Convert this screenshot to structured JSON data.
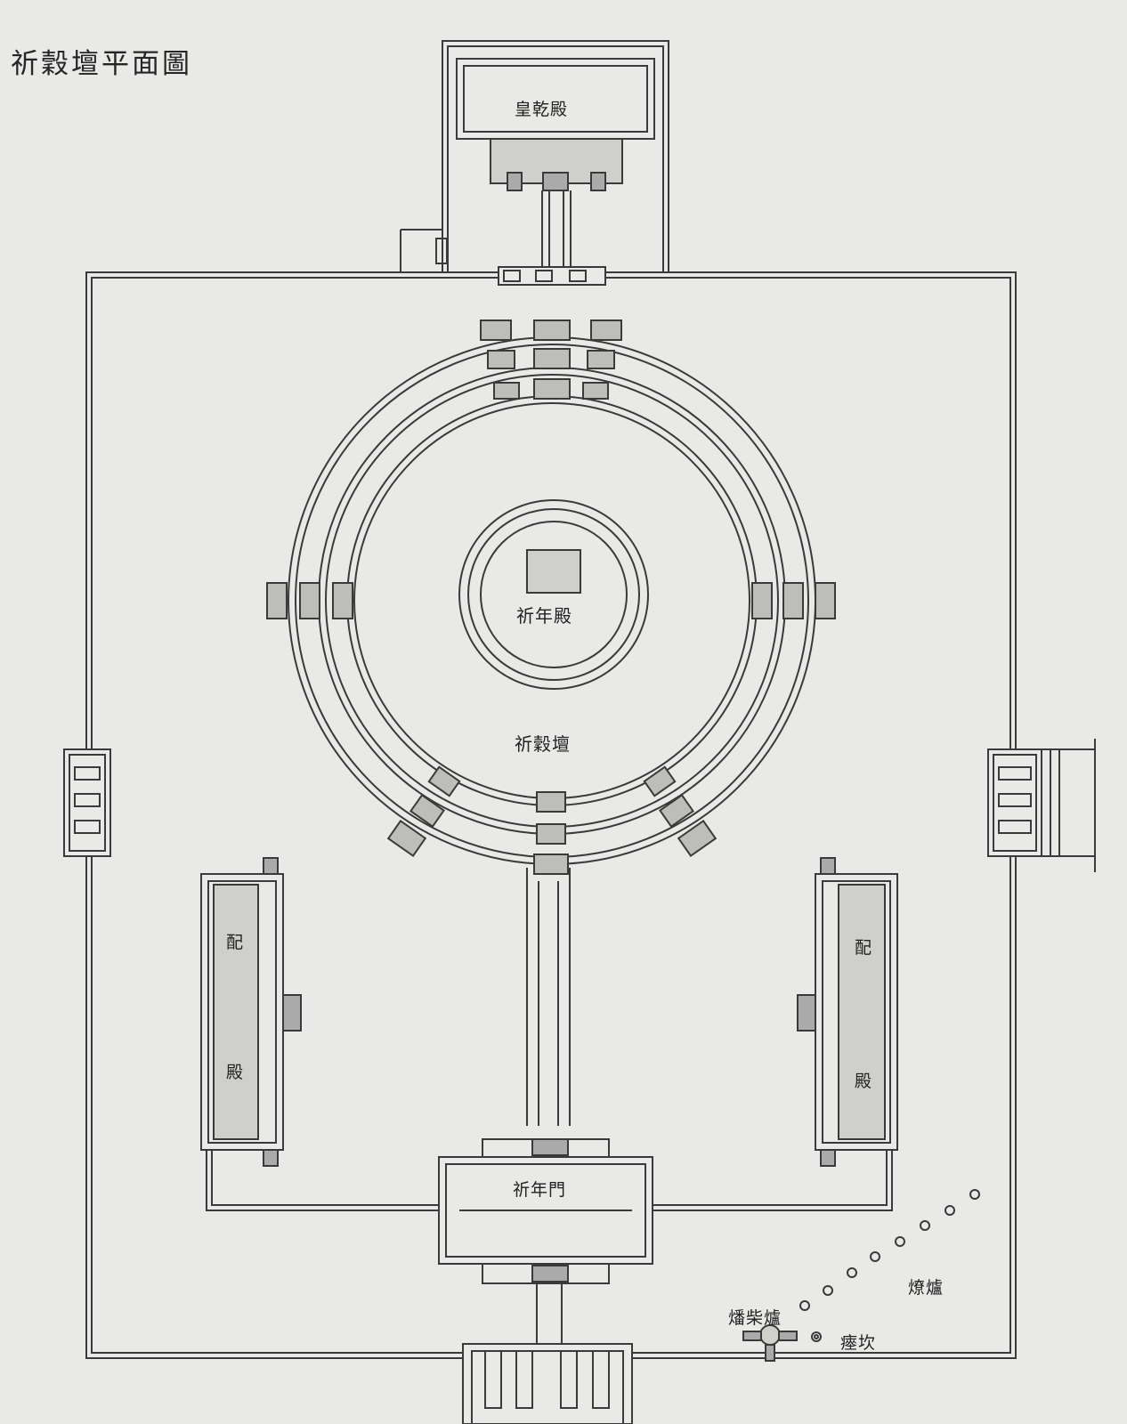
{
  "title": "祈穀壇平面圖",
  "labels": {
    "huangqian": "皇乾殿",
    "qinian_hall": "祈年殿",
    "altar": "祈穀壇",
    "side_hall_top": "配",
    "side_hall_bottom": "殿",
    "qinian_gate": "祈年門",
    "liaolu": "燎爐",
    "fanchailu": "燔柴爐",
    "yikan": "瘞坎"
  },
  "colors": {
    "paper": "#e9e9e7",
    "ink": "#3a3a3a",
    "fill": "#cfcfcc"
  }
}
